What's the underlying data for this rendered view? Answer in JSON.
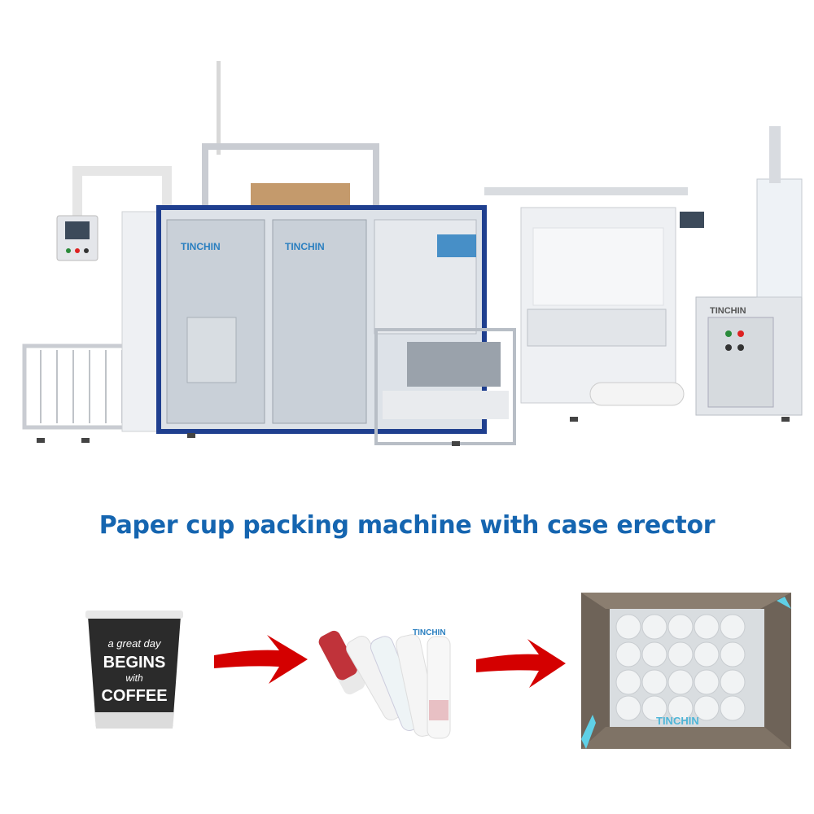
{
  "caption": "Paper cup packing machine with case erector",
  "brand_logo": "TINCHIN",
  "cup_text": {
    "line1": "a great day",
    "line2": "BEGINS",
    "line3": "with",
    "line4": "COFFEE"
  },
  "colors": {
    "caption": "#1565b0",
    "arrow": "#d40000",
    "machine_frame": "#1f3f8f",
    "brand": "#2a7fc0"
  },
  "icons": [
    "right-arrow",
    "right-arrow"
  ]
}
